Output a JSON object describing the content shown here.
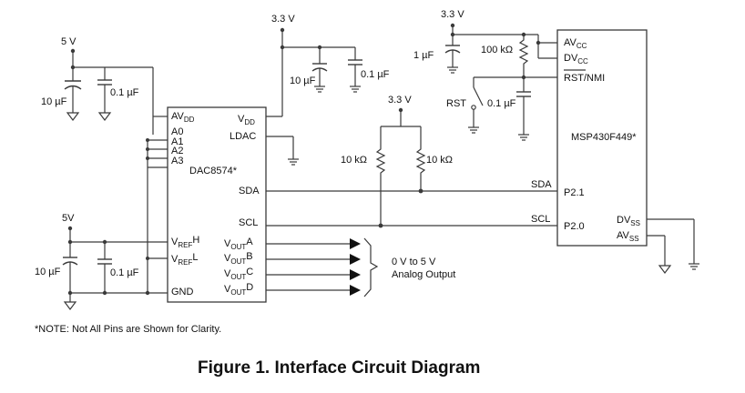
{
  "supply": {
    "v5_top": "5 V",
    "v5_bottom": "5V",
    "v33_dac": "3.3 V",
    "v33_pullup": "3.3 V",
    "v33_mcu": "3.3 V"
  },
  "components": {
    "c_10uF_5v_top": "10 µF",
    "c_01uF_5v_top": "0.1 µF",
    "c_10uF_33": "10 µF",
    "c_01uF_33": "0.1 µF",
    "c_1uF_mcu": "1 µF",
    "r_100k": "100 kΩ",
    "c_01uF_rst": "0.1 µF",
    "rst_switch": "RST",
    "r_10k_left": "10 kΩ",
    "r_10k_right": "10 kΩ",
    "c_10uF_5v_bottom": "10 µF",
    "c_01uF_5v_bottom": "0.1 µF"
  },
  "dac": {
    "name": "DAC8574*",
    "pins": {
      "avdd": {
        "main": "AV",
        "sub": "DD"
      },
      "vdd": {
        "main": "V",
        "sub": "DD"
      },
      "a0": "A0",
      "a1": "A1",
      "a2": "A2",
      "a3": "A3",
      "ldac": "LDAC",
      "sda": "SDA",
      "scl": "SCL",
      "vrefh": {
        "main": "V",
        "sub": "REF",
        "tail": "H"
      },
      "vrefl": {
        "main": "V",
        "sub": "REF",
        "tail": "L"
      },
      "gnd": "GND",
      "vouta": {
        "main": "V",
        "sub": "OUT",
        "tail": "A"
      },
      "voutb": {
        "main": "V",
        "sub": "OUT",
        "tail": "B"
      },
      "voutc": {
        "main": "V",
        "sub": "OUT",
        "tail": "C"
      },
      "voutd": {
        "main": "V",
        "sub": "OUT",
        "tail": "D"
      }
    }
  },
  "mcu": {
    "name": "MSP430F449*",
    "pins": {
      "avcc": {
        "main": "AV",
        "sub": "CC"
      },
      "dvcc": {
        "main": "DV",
        "sub": "CC"
      },
      "rst": "RST/NMI",
      "p21": "P2.1",
      "p20": "P2.0",
      "dvss": {
        "main": "DV",
        "sub": "SS"
      },
      "avss": {
        "main": "AV",
        "sub": "SS"
      }
    }
  },
  "bus": {
    "sda": "SDA",
    "scl": "SCL"
  },
  "output": {
    "line1": "0 V to 5 V",
    "line2": "Analog Output"
  },
  "note": "*NOTE: Not All Pins are Shown for Clarity.",
  "figure_caption": "Figure 1.  Interface Circuit Diagram"
}
